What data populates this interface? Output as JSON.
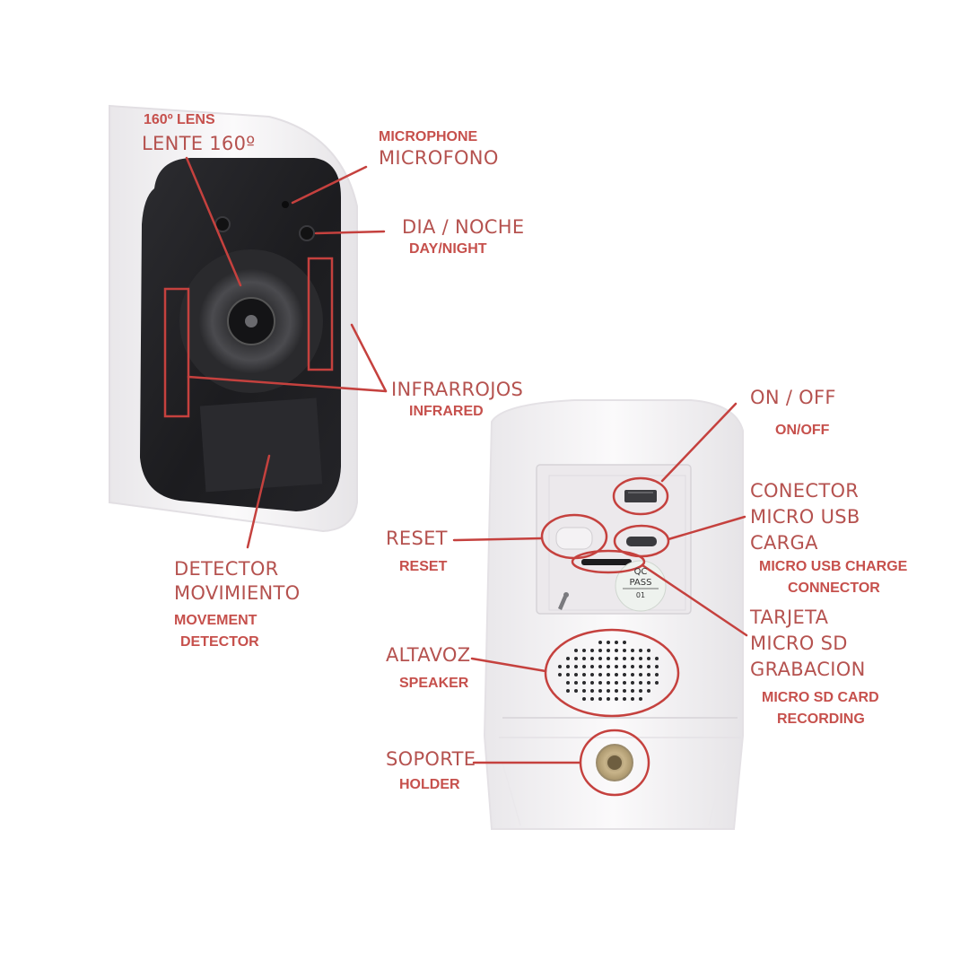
{
  "labels": {
    "lens_en": "160º LENS",
    "lens_es": "LENTE 160º",
    "microphone_en": "MICROPHONE",
    "microphone_es": "MICROFONO",
    "daynight_es": "DIA / NOCHE",
    "daynight_en": "DAY/NIGHT",
    "infrared_es": "INFRARROJOS",
    "infrared_en": "INFRARED",
    "motion_es_1": "DETECTOR",
    "motion_es_2": "MOVIMIENTO",
    "motion_en_1": "MOVEMENT",
    "motion_en_2": "DETECTOR",
    "onoff_es": "ON / OFF",
    "onoff_en": "ON/OFF",
    "usb_es_1": "CONECTOR",
    "usb_es_2": "MICRO USB",
    "usb_es_3": "CARGA",
    "usb_en_1": "MICRO USB CHARGE",
    "usb_en_2": "CONNECTOR",
    "reset_es": "RESET",
    "reset_en": "RESET",
    "sd_es_1": "TARJETA",
    "sd_es_2": "MICRO SD",
    "sd_es_3": "GRABACION",
    "sd_en_1": "MICRO SD CARD",
    "sd_en_2": "RECORDING",
    "speaker_es": "ALTAVOZ",
    "speaker_en": "SPEAKER",
    "holder_es": "SOPORTE",
    "holder_en": "HOLDER"
  },
  "qc_sticker": {
    "line1": "QC",
    "line2": "PASS",
    "line3": "01"
  },
  "colors": {
    "annotation": "#c6504c",
    "annotation_line": "#c5413e",
    "camera_body": "#f4f2f4",
    "camera_face": "#1f1f22"
  }
}
